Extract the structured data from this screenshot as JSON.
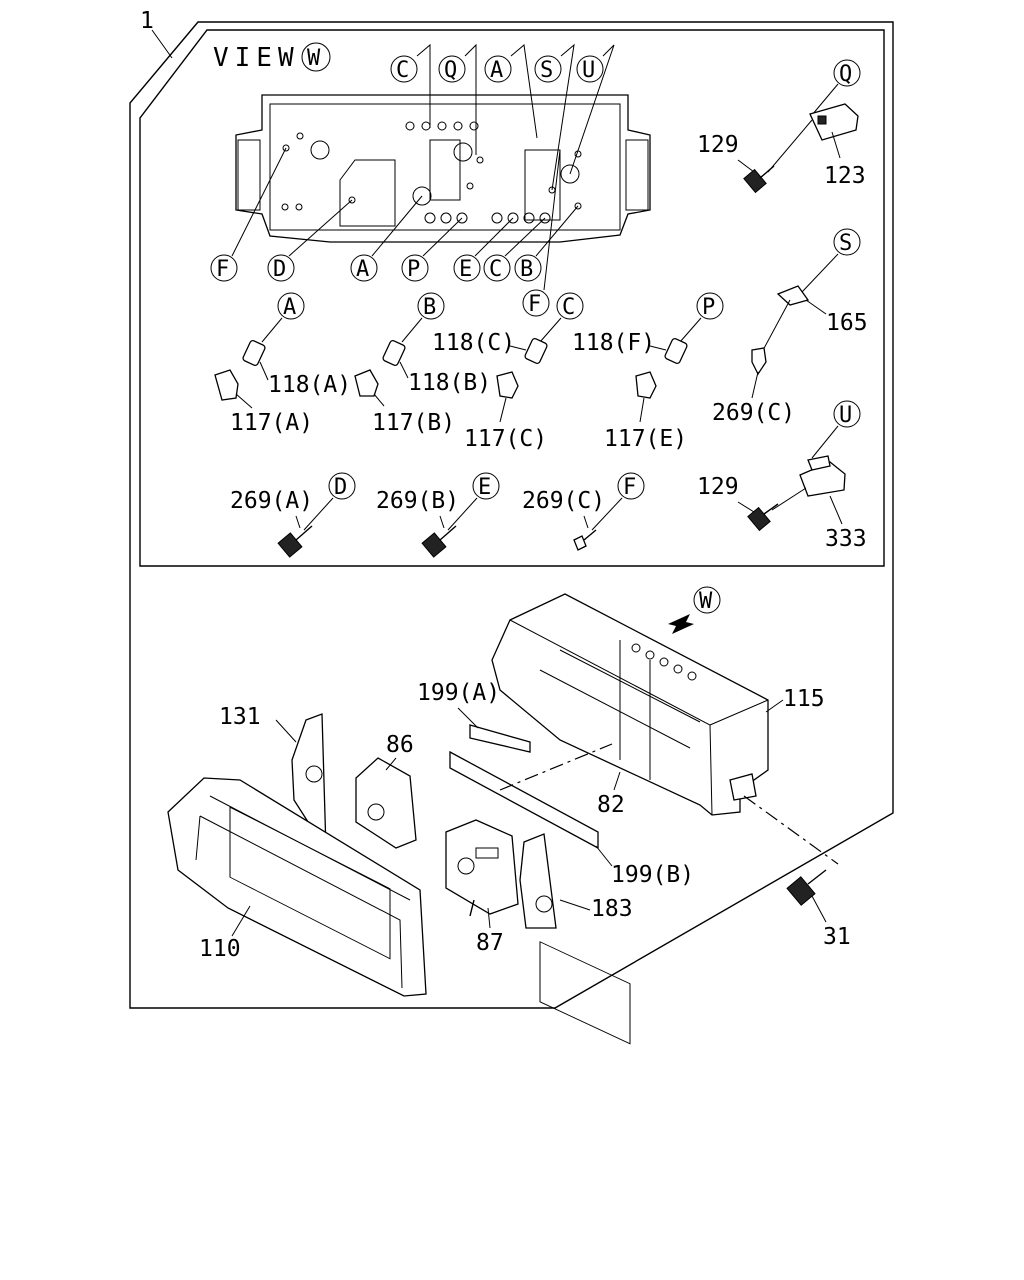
{
  "view_title": "VIEW",
  "view_circle": "W",
  "assembly_number": "1",
  "top_letters": [
    "C",
    "Q",
    "A",
    "S",
    "U"
  ],
  "bottom_letters": [
    "F",
    "D",
    "A",
    "P",
    "E",
    "C",
    "B"
  ],
  "extra_letter_f": "F",
  "parts": {
    "p129a": "129",
    "p123": "123",
    "q": "Q",
    "s": "S",
    "p165": "165",
    "p118a": "118(A)",
    "p118b": "118(B)",
    "p118c": "118(C)",
    "p118f": "118(F)",
    "p117a": "117(A)",
    "p117b": "117(B)",
    "p117c": "117(C)",
    "p117e": "117(E)",
    "p269c_top": "269(C)",
    "ca": "A",
    "cb": "B",
    "cc": "C",
    "cp": "P",
    "u": "U",
    "p129b": "129",
    "p333": "333",
    "p269a": "269(A)",
    "p269b": "269(B)",
    "p269c": "269(C)",
    "cd": "D",
    "ce": "E",
    "cf": "F",
    "w": "W",
    "p115": "115",
    "p199a": "199(A)",
    "p131": "131",
    "p86": "86",
    "p82": "82",
    "p199b": "199(B)",
    "p183": "183",
    "p87": "87",
    "p110": "110",
    "p31": "31"
  }
}
